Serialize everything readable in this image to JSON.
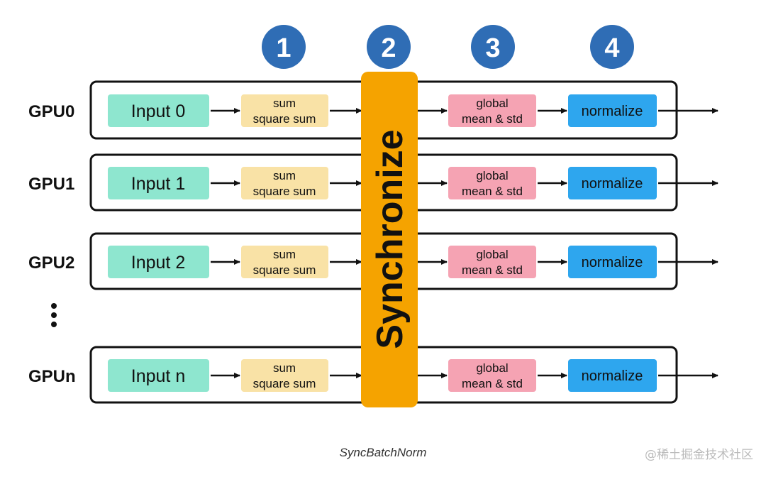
{
  "steps": [
    "1",
    "2",
    "3",
    "4"
  ],
  "rows": [
    {
      "gpu": "GPU0",
      "input": "Input 0"
    },
    {
      "gpu": "GPU1",
      "input": "Input 1"
    },
    {
      "gpu": "GPU2",
      "input": "Input 2"
    },
    {
      "gpu": "GPUn",
      "input": "Input n"
    }
  ],
  "stage_labels": {
    "sum_line1": "sum",
    "sum_line2": "square sum",
    "global_line1": "global",
    "global_line2": "mean & std",
    "normalize": "normalize"
  },
  "synchronize": "Synchronize",
  "ellipsis": "⋮",
  "caption": "SyncBatchNorm",
  "watermark": "@稀土掘金技术社区",
  "colors": {
    "step_circle": "#2f6db5",
    "input_box": "#8ee6cf",
    "sum_box": "#f9e2a6",
    "global_box": "#f5a3b3",
    "normalize_box": "#2ea6ee",
    "synchronize_bar": "#f5a300"
  }
}
